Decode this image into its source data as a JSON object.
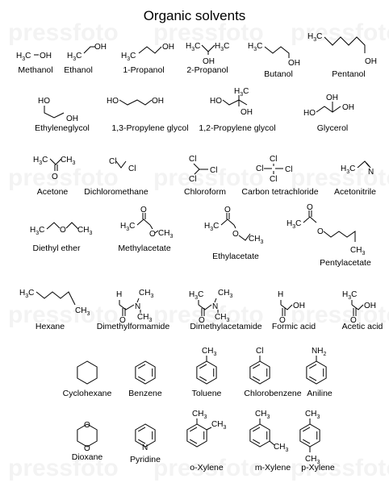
{
  "title": "Organic solvents",
  "watermark": "pressfoto",
  "compounds": [
    {
      "name": "Methanol"
    },
    {
      "name": "Ethanol"
    },
    {
      "name": "1-Propanol"
    },
    {
      "name": "2-Propanol"
    },
    {
      "name": "Butanol"
    },
    {
      "name": "Pentanol"
    },
    {
      "name": "Ethyleneglycol"
    },
    {
      "name": "1,3-Propylene glycol"
    },
    {
      "name": "1,2-Propylene glycol"
    },
    {
      "name": "Glycerol"
    },
    {
      "name": "Acetone"
    },
    {
      "name": "Dichloromethane"
    },
    {
      "name": "Chloroform"
    },
    {
      "name": "Carbon tetrachloride"
    },
    {
      "name": "Acetonitrile"
    },
    {
      "name": "Diethyl ether"
    },
    {
      "name": "Methylacetate"
    },
    {
      "name": "Ethylacetate"
    },
    {
      "name": "Pentylacetate"
    },
    {
      "name": "Hexane"
    },
    {
      "name": "Dimethylformamide"
    },
    {
      "name": "Dimethylacetamide"
    },
    {
      "name": "Formic acid"
    },
    {
      "name": "Acetic acid"
    },
    {
      "name": "Cyclohexane"
    },
    {
      "name": "Benzene"
    },
    {
      "name": "Toluene"
    },
    {
      "name": "Chlorobenzene"
    },
    {
      "name": "Aniline"
    },
    {
      "name": "Dioxane"
    },
    {
      "name": "Pyridine"
    },
    {
      "name": "o-Xylene"
    },
    {
      "name": "m-Xylene"
    },
    {
      "name": "p-Xylene"
    }
  ],
  "atoms": {
    "ch3": "CH",
    "h3c": "H C",
    "oh": "OH",
    "ho": "HO",
    "o": "O",
    "cl": "Cl",
    "n": "N",
    "h": "H",
    "nh2": "NH",
    "sub3": "3",
    "sub2": "2"
  }
}
